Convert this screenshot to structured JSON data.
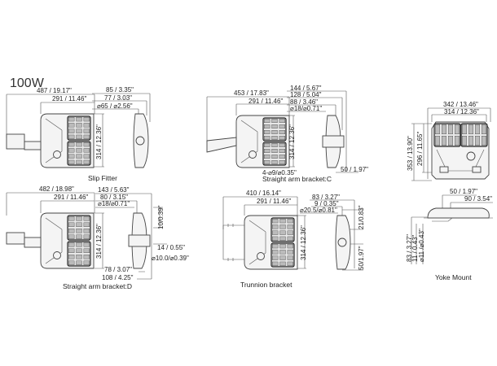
{
  "title": "100W",
  "views": {
    "slip_fitter": {
      "caption": "Slip Fitter",
      "dims": [
        "487 / 19.17\"",
        "291 / 11.46\"",
        "85 / 3.35\"",
        "77 / 3.03\"",
        "⌀65 / ⌀2.56\"",
        "314 / 12.36\""
      ]
    },
    "arm_c": {
      "caption": "Straight arm bracket:C",
      "dims": [
        "453 / 17.83\"",
        "291 / 11.46\"",
        "144 / 5.67\"",
        "128 / 5.04\"",
        "88 / 3.46\"",
        "⌀18/⌀0.71\"",
        "314 / 12.36\"",
        "4-⌀9/⌀0.35\"",
        "50 / 1.97\""
      ]
    },
    "arm_d": {
      "caption": "Straight arm bracket:D",
      "dims": [
        "482 / 18.98\"",
        "291 / 11.46\"",
        "143 / 5.63\"",
        "80 / 3.15\"",
        "⌀18/⌀0.71\"",
        "314 / 12.36\"",
        "10/0.39\"",
        "14 / 0.55\"",
        "⌀10.0/⌀0.39\"",
        "78 / 3.07\"",
        "108 / 4.25\""
      ]
    },
    "trunnion": {
      "caption": "Trunnion bracket",
      "dims": [
        "410 / 16.14\"",
        "291 / 11.46\"",
        "83 / 3.27\"",
        "9 / 0.35\"",
        "⌀20.5/⌀0.81\"",
        "314 / 12.36\"",
        "21/0.83\"",
        "50/1.97\""
      ]
    },
    "yoke": {
      "caption": "Yoke Mount",
      "dims": [
        "342 / 13.46\"",
        "314 / 12.36\"",
        "353 / 13.90\"",
        "296 / 11.65\"",
        "50 / 1.97\"",
        "90 / 3.54\"",
        "83 / 3.27\"",
        "11 / 0.43\"",
        "⌀11 /⌀0.43\""
      ]
    }
  }
}
